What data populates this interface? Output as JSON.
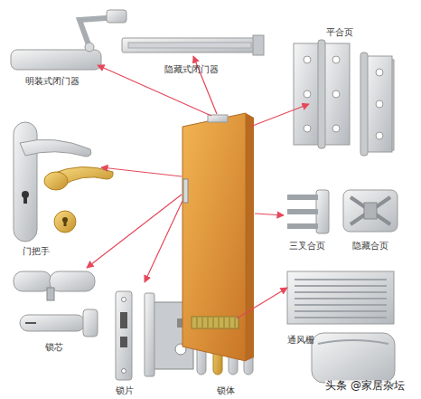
{
  "diagram": {
    "labels": [
      "明装式闭门器",
      "隐藏式闭门器",
      "平合页",
      "门把手",
      "三叉合页",
      "隐藏合页",
      "锁芯",
      "锁片",
      "锁体",
      "通风栅",
      "头条 @家居杂坛"
    ]
  }
}
